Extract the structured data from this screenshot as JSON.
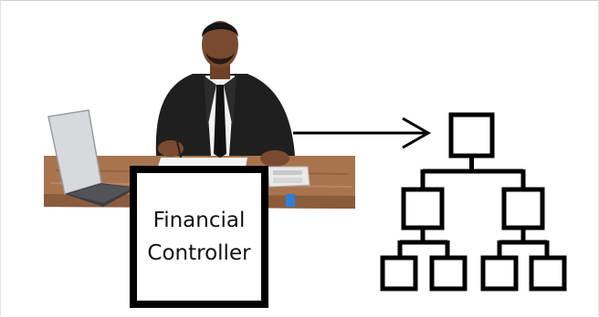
{
  "label": {
    "line1": "Financial",
    "line2": "Controller"
  },
  "colors": {
    "stroke": "#000000",
    "desk": "#a8744e",
    "suit": "#1f1f1f",
    "skin": "#7a4a30"
  },
  "icons": {
    "photo": "man-at-desk-photo",
    "arrow": "arrow-right-icon",
    "hierarchy": "org-chart-icon"
  }
}
